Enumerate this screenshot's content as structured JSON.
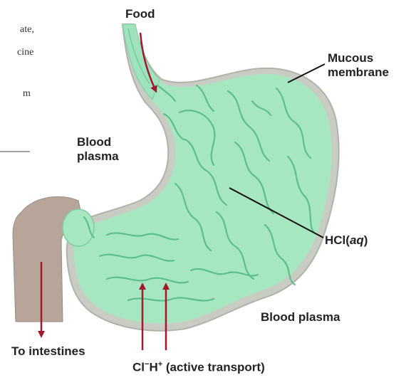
{
  "labels": {
    "food": "Food",
    "mucous_membrane_line1": "Mucous",
    "mucous_membrane_line2": "membrane",
    "blood_plasma_left_line1": "Blood",
    "blood_plasma_left_line2": "plasma",
    "hcl_prefix": "HCl(",
    "hcl_italic": "aq",
    "hcl_suffix": ")",
    "blood_plasma_right": "Blood plasma",
    "to_intestines": "To intestines",
    "ion_cl": "Cl",
    "ion_cl_charge": "−",
    "ion_h": "H",
    "ion_h_charge": "+",
    "active_transport": " (active transport)"
  },
  "cropped_text": {
    "line1": "ate,",
    "line2": "cine",
    "line3": "m"
  },
  "colors": {
    "stomach_fill": "#a6e7c2",
    "stomach_outline": "#bcbfb6",
    "folds": "#5bbf8c",
    "esophagus": "#9fe2bd",
    "intestine": "#b7a59a",
    "arrow": "#a0182e",
    "pointer": "#111111"
  }
}
